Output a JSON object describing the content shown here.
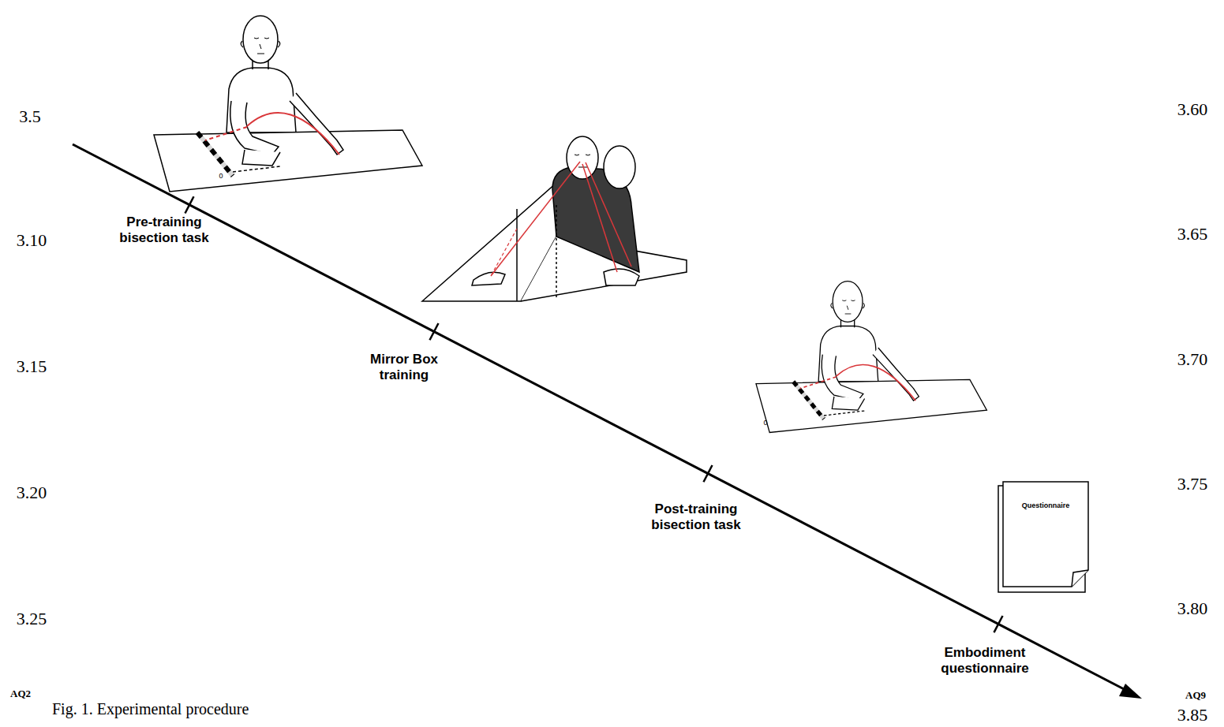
{
  "diagram": {
    "caption": "Fig. 1. Experimental procedure",
    "nodes": [
      {
        "text": [
          "Questionnaire"
        ]
      }
    ],
    "labels": [
      "3.5",
      "3.10",
      "3.15",
      "3.20",
      "3.25",
      "AQ2",
      "3.60",
      "3.65",
      "3.70",
      "3.75",
      "3.80",
      "AQ9",
      "3.85",
      "0",
      "Pre-training bisection task",
      "Mirror Box training",
      "0",
      "Post-training bisection task",
      "Embodiment questionnaire"
    ]
  }
}
